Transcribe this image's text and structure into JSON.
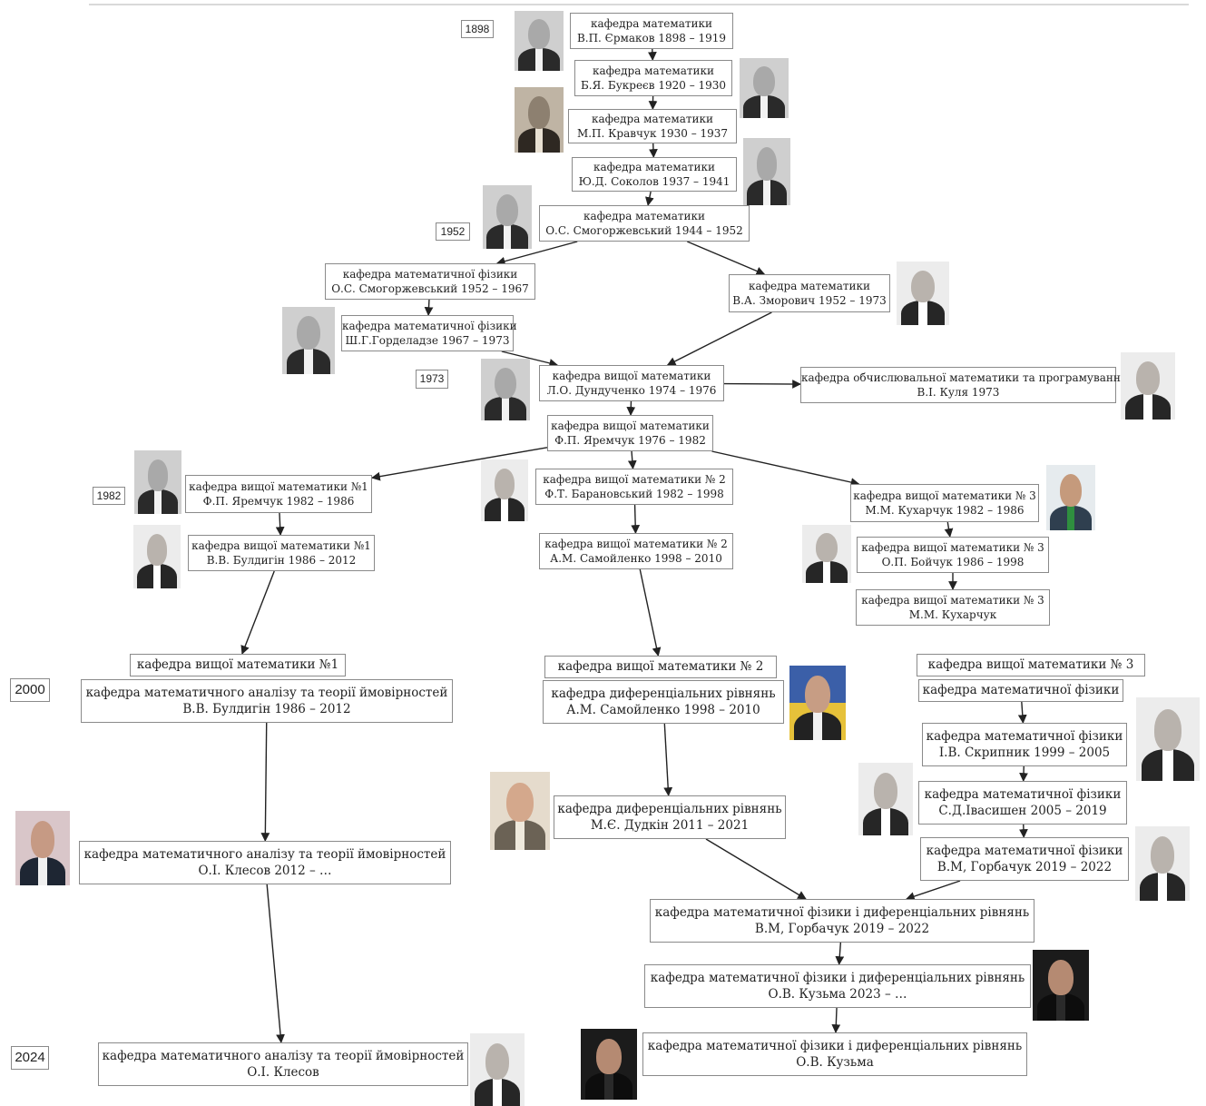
{
  "colors": {
    "line": "#222222",
    "border": "#8a8a8a"
  },
  "years": [
    {
      "id": "y1898",
      "label": "1898"
    },
    {
      "id": "y1952",
      "label": "1952"
    },
    {
      "id": "y1973",
      "label": "1973"
    },
    {
      "id": "y1982",
      "label": "1982"
    },
    {
      "id": "y2000",
      "label": "2000"
    },
    {
      "id": "y2024",
      "label": "2024"
    }
  ],
  "nodes": [
    {
      "id": "n1",
      "l1": "кафедра математики",
      "l2": "В.П. Єрмаков   1898 – 1919"
    },
    {
      "id": "n2",
      "l1": "кафедра математики",
      "l2": "Б.Я. Букреєв   1920 – 1930"
    },
    {
      "id": "n3",
      "l1": "кафедра математики",
      "l2": "М.П. Кравчук   1930 – 1937"
    },
    {
      "id": "n4",
      "l1": "кафедра математики",
      "l2": "Ю.Д. Соколов   1937 – 1941"
    },
    {
      "id": "n5",
      "l1": "кафедра математики",
      "l2": "О.С. Смогоржевський   1944 – 1952"
    },
    {
      "id": "n6",
      "l1": "кафедра математичної фізики",
      "l2": "О.С. Смогоржевський   1952 – 1967"
    },
    {
      "id": "n7",
      "l1": "кафедра математики",
      "l2": "В.А. Зморович  1952 – 1973"
    },
    {
      "id": "n8",
      "l1": "кафедра математичної фізики",
      "l2": "Ш.Г.Горделадзе   1967 – 1973"
    },
    {
      "id": "n9",
      "l1": "кафедра вищої математики",
      "l2": "Л.О. Дундученко   1974 – 1976"
    },
    {
      "id": "n10",
      "l1": "кафедра обчислювальної математики та програмування",
      "l2": "В.І. Куля     1973"
    },
    {
      "id": "n11",
      "l1": "кафедра вищої математики",
      "l2": "Ф.П. Яремчук   1976 – 1982"
    },
    {
      "id": "n12",
      "l1": "кафедра вищої математики  №1",
      "l2": "Ф.П. Яремчук   1982 – 1986"
    },
    {
      "id": "n13",
      "l1": "кафедра вищої математики  № 2",
      "l2": "Ф.Т. Барановський  1982 – 1998"
    },
    {
      "id": "n14",
      "l1": "кафедра вищої математики  № 3",
      "l2": "М.М.  Кухарчук    1982 – 1986"
    },
    {
      "id": "n15",
      "l1": "кафедра вищої математики  №1",
      "l2": "В.В. Булдигін   1986 – 2012"
    },
    {
      "id": "n16",
      "l1": "кафедра вищої математики  № 2",
      "l2": "А.М. Самойленко  1998 – 2010"
    },
    {
      "id": "n17",
      "l1": "кафедра вищої математики  № 3",
      "l2": "О.П.  Бойчук  1986 – 1998"
    },
    {
      "id": "n18",
      "l1": "кафедра вищої математики  № 3",
      "l2": "М.М.  Кухарчук"
    },
    {
      "id": "n19",
      "l1": "кафедра вищої математики  №1",
      "l2": ""
    },
    {
      "id": "n20",
      "l1": "кафедра математичного аналізу та теорії ймовірностей",
      "l2": "В.В. Булдигін   1986 – 2012"
    },
    {
      "id": "n21",
      "l1": "кафедра вищої математики  № 2",
      "l2": ""
    },
    {
      "id": "n22",
      "l1": "кафедра диференціальних рівнянь",
      "l2": "А.М. Самойленко  1998 – 2010"
    },
    {
      "id": "n23",
      "l1": "кафедра вищої математики  № 3",
      "l2": ""
    },
    {
      "id": "n24",
      "l1": "кафедра математичної фізики",
      "l2": ""
    },
    {
      "id": "n25",
      "l1": "кафедра математичної фізики",
      "l2": "І.В. Скрипник    1999 – 2005"
    },
    {
      "id": "n26",
      "l1": "кафедра математичної фізики",
      "l2": "С.Д.Івасишен    2005 – 2019"
    },
    {
      "id": "n27",
      "l1": "кафедра диференціальних рівнянь",
      "l2": "М.Є. Дудкін    2011 – 2021"
    },
    {
      "id": "n28",
      "l1": "кафедра математичної фізики",
      "l2": "В.М, Горбачук  2019  –  2022"
    },
    {
      "id": "n29",
      "l1": "кафедра математичного аналізу та теорії ймовірностей",
      "l2": "О.І. Клесов    2012 – …"
    },
    {
      "id": "n30",
      "l1": "кафедра математичної фізики і диференціальних рівнянь",
      "l2": "В.М, Горбачук  2019 – 2022"
    },
    {
      "id": "n31",
      "l1": "кафедра математичної фізики і диференціальних рівнянь",
      "l2": "О.В. Кузьма   2023 – …"
    },
    {
      "id": "n32",
      "l1": "кафедра математичного аналізу та теорії ймовірностей",
      "l2": "О.І. Клесов"
    },
    {
      "id": "n33",
      "l1": "кафедра математичної фізики і диференціальних рівнянь",
      "l2": "О.В. Кузьма"
    }
  ],
  "edges": [
    [
      "n1",
      "n2"
    ],
    [
      "n2",
      "n3"
    ],
    [
      "n3",
      "n4"
    ],
    [
      "n4",
      "n5"
    ],
    [
      "n5",
      "n6"
    ],
    [
      "n5",
      "n7"
    ],
    [
      "n6",
      "n8"
    ],
    [
      "n8",
      "n9"
    ],
    [
      "n7",
      "n9"
    ],
    [
      "n9",
      "n10"
    ],
    [
      "n9",
      "n11"
    ],
    [
      "n11",
      "n12"
    ],
    [
      "n11",
      "n13"
    ],
    [
      "n11",
      "n14"
    ],
    [
      "n12",
      "n15"
    ],
    [
      "n13",
      "n16"
    ],
    [
      "n14",
      "n17"
    ],
    [
      "n17",
      "n18"
    ],
    [
      "n15",
      "n19"
    ],
    [
      "n16",
      "n21"
    ],
    [
      "n24",
      "n25"
    ],
    [
      "n25",
      "n26"
    ],
    [
      "n26",
      "n28"
    ],
    [
      "n22",
      "n27"
    ],
    [
      "n27",
      "n30"
    ],
    [
      "n28",
      "n30"
    ],
    [
      "n20",
      "n29"
    ],
    [
      "n30",
      "n31"
    ],
    [
      "n31",
      "n33"
    ],
    [
      "n29",
      "n32"
    ]
  ],
  "photos": [
    {
      "id": "p-yermakov",
      "name": "portrait-yermakov"
    },
    {
      "id": "p-bukreev",
      "name": "portrait-bukreev"
    },
    {
      "id": "p-kravchuk",
      "name": "portrait-kravchuk"
    },
    {
      "id": "p-sokolov",
      "name": "portrait-sokolov"
    },
    {
      "id": "p-smogorzhevsky",
      "name": "portrait-smogorzhevsky"
    },
    {
      "id": "p-zmorovych",
      "name": "portrait-zmorovych"
    },
    {
      "id": "p-gordeladze",
      "name": "portrait-gordeladze"
    },
    {
      "id": "p-dunduchenko",
      "name": "portrait-dunduchenko"
    },
    {
      "id": "p-kulia",
      "name": "portrait-kulia"
    },
    {
      "id": "p-yaremchuk",
      "name": "portrait-yaremchuk"
    },
    {
      "id": "p-baranovsky",
      "name": "portrait-baranovsky"
    },
    {
      "id": "p-kukharchuk",
      "name": "portrait-kukharchuk"
    },
    {
      "id": "p-buldygin",
      "name": "portrait-buldygin"
    },
    {
      "id": "p-boichuk",
      "name": "portrait-boichuk"
    },
    {
      "id": "p-samoilenko",
      "name": "portrait-samoilenko"
    },
    {
      "id": "p-skrypnyk",
      "name": "portrait-skrypnyk"
    },
    {
      "id": "p-ivasyshen",
      "name": "portrait-ivasyshen"
    },
    {
      "id": "p-dudkin",
      "name": "portrait-dudkin"
    },
    {
      "id": "p-gorbachuk",
      "name": "portrait-gorbachuk"
    },
    {
      "id": "p-klesov",
      "name": "portrait-klesov"
    },
    {
      "id": "p-kuzma",
      "name": "portrait-kuzma"
    },
    {
      "id": "p-klesov-2",
      "name": "portrait-klesov-2"
    },
    {
      "id": "p-kuzma-2",
      "name": "portrait-kuzma-2"
    }
  ]
}
